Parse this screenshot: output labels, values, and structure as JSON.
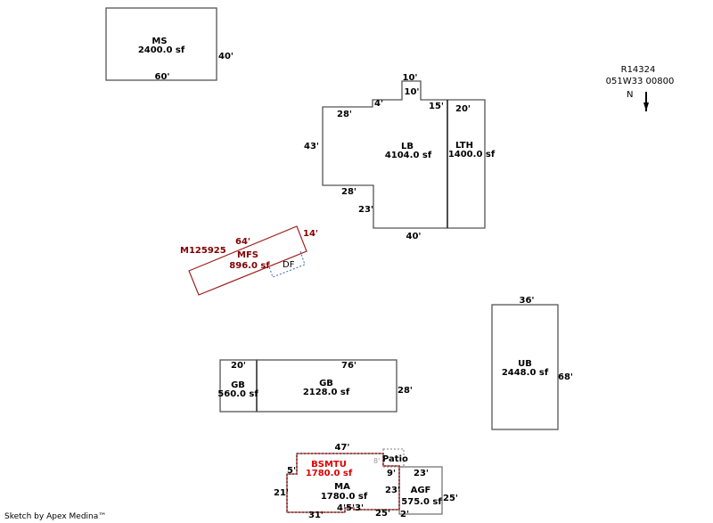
{
  "header": {
    "parcel_id": "R14324",
    "parcel_number": "051W33  00800",
    "north_label": "N"
  },
  "footer": {
    "credit": "Sketch by Apex Medina™"
  },
  "colors": {
    "outline": "#555555",
    "mfs": "#a02020",
    "df": "#3366aa",
    "bsmtu": "#c02020",
    "patio": "#999999"
  },
  "areas": {
    "ms": {
      "name": "MS",
      "area": "2400.0 sf",
      "dims": [
        "40'",
        "60'"
      ]
    },
    "lb": {
      "name": "LB",
      "area": "4104.0 sf",
      "dims": [
        "10'",
        "10'",
        "4'",
        "15'",
        "28'",
        "43'",
        "28'",
        "23'",
        "40'"
      ]
    },
    "lth": {
      "name": "LTH",
      "area": "1400.0 sf",
      "dims": [
        "20'"
      ]
    },
    "mfs": {
      "id": "M125925",
      "name": "MFS",
      "area": "896.0 sf",
      "dims": [
        "64'",
        "14'"
      ]
    },
    "df": {
      "name": "DF"
    },
    "gb_small": {
      "name": "GB",
      "area": "560.0 sf",
      "dims": [
        "20'"
      ]
    },
    "gb_large": {
      "name": "GB",
      "area": "2128.0 sf",
      "dims": [
        "76'",
        "28'"
      ]
    },
    "ub": {
      "name": "UB",
      "area": "2448.0 sf",
      "dims": [
        "36'",
        "68'"
      ]
    },
    "bsmtu": {
      "name": "BSMTU",
      "area": "1780.0 sf",
      "dims": [
        "47'",
        "5'",
        "21'",
        "31'",
        "4'",
        "5'",
        "3'",
        "25'",
        "2'",
        "9'",
        "23'"
      ]
    },
    "ma": {
      "name": "MA",
      "area": "1780.0 sf"
    },
    "patio": {
      "name": "Patio",
      "dims": [
        "8'"
      ]
    },
    "agf": {
      "name": "AGF",
      "area": "575.0 sf",
      "dims": [
        "23'",
        "25'"
      ]
    }
  }
}
